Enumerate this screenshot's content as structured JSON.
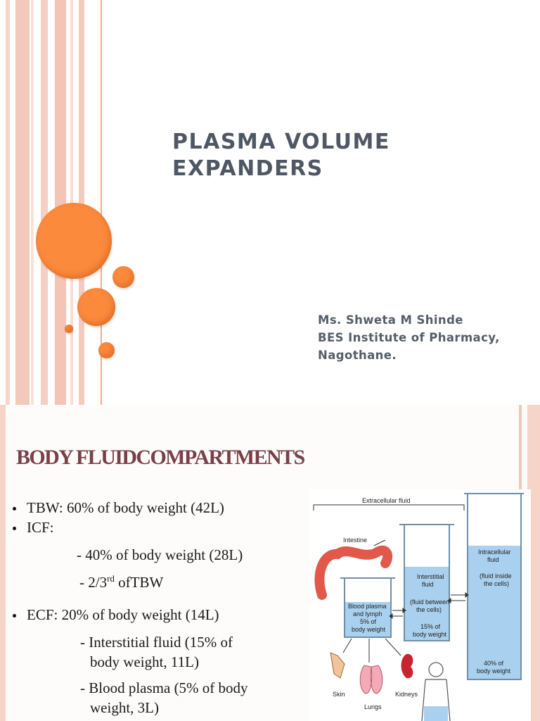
{
  "slide1": {
    "title_lines": [
      "PLASMA VOLUME",
      "EXPANDERS"
    ],
    "author": "Ms. Shweta M Shinde",
    "institute_line1": "BES Institute of Pharmacy,",
    "institute_line2": "Nagothane.",
    "colors": {
      "accent": "#fb8a3c",
      "title": "#4e5763",
      "stripe": "#f6d2c6"
    }
  },
  "slide2": {
    "title": "BODY FLUIDCOMPARTMENTS",
    "tbw": "TBW: 60% of body weight (42L)",
    "icf": "ICF:",
    "icf_1": "- 40% of body weight (28L)",
    "icf_2_pre": "- 2/3",
    "icf_2_sup": "rd",
    "icf_2_post": " ofTBW",
    "ecf": "ECF: 20% of body weight (14L)",
    "isf_a": "- Interstitial fluid (15% of",
    "isf_b": "body  weight, 11L)",
    "bp_a": "- Blood plasma (5% of body",
    "bp_b": "weight,  3L)",
    "diagram": {
      "extracellular": "Extracellular fluid",
      "intestine": "Intestine",
      "interstitial": [
        "Interstitial",
        "fluid"
      ],
      "interstitial_note": [
        "(fluid between",
        "the cells)"
      ],
      "interstitial_pct": [
        "15% of",
        "body weight"
      ],
      "intracellular": [
        "Intracellular",
        "fluid"
      ],
      "intracellular_note": [
        "(fluid inside",
        "the cells)"
      ],
      "intracellular_pct": [
        "40% of",
        "body weight"
      ],
      "plasma": [
        "Blood plasma",
        "and lymph",
        "5% of",
        "body weight"
      ],
      "skin": "Skin",
      "lungs": "Lungs",
      "kidneys": "Kidneys"
    }
  }
}
